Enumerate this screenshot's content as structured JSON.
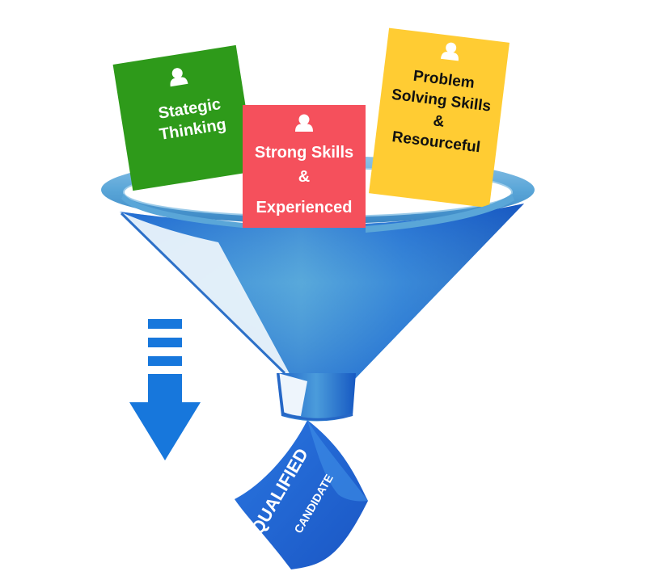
{
  "cards": {
    "green": {
      "line1": "Stategic",
      "line2": "Thinking",
      "color": "#2e9a1a",
      "text_color": "#ffffff"
    },
    "red": {
      "line1": "Strong Skills",
      "line2": "&",
      "line3": "Experienced",
      "color": "#f5505c",
      "text_color": "#ffffff"
    },
    "yellow": {
      "line1": "Problem",
      "line2": "Solving Skills",
      "line3": "&",
      "line4": "Resourceful",
      "color": "#ffcc33",
      "text_color": "#111111"
    }
  },
  "banner": {
    "line1": "QUALIFIED",
    "line2": "CANDIDATE",
    "color": "#1f66d9",
    "text_color": "#ffffff"
  },
  "icons": {
    "card": "person-icon",
    "arrow": "down-arrow-icon"
  },
  "colors": {
    "funnel_dark": "#1a5cc9",
    "funnel_light": "#5aa6d8",
    "arrow": "#1777dc"
  }
}
